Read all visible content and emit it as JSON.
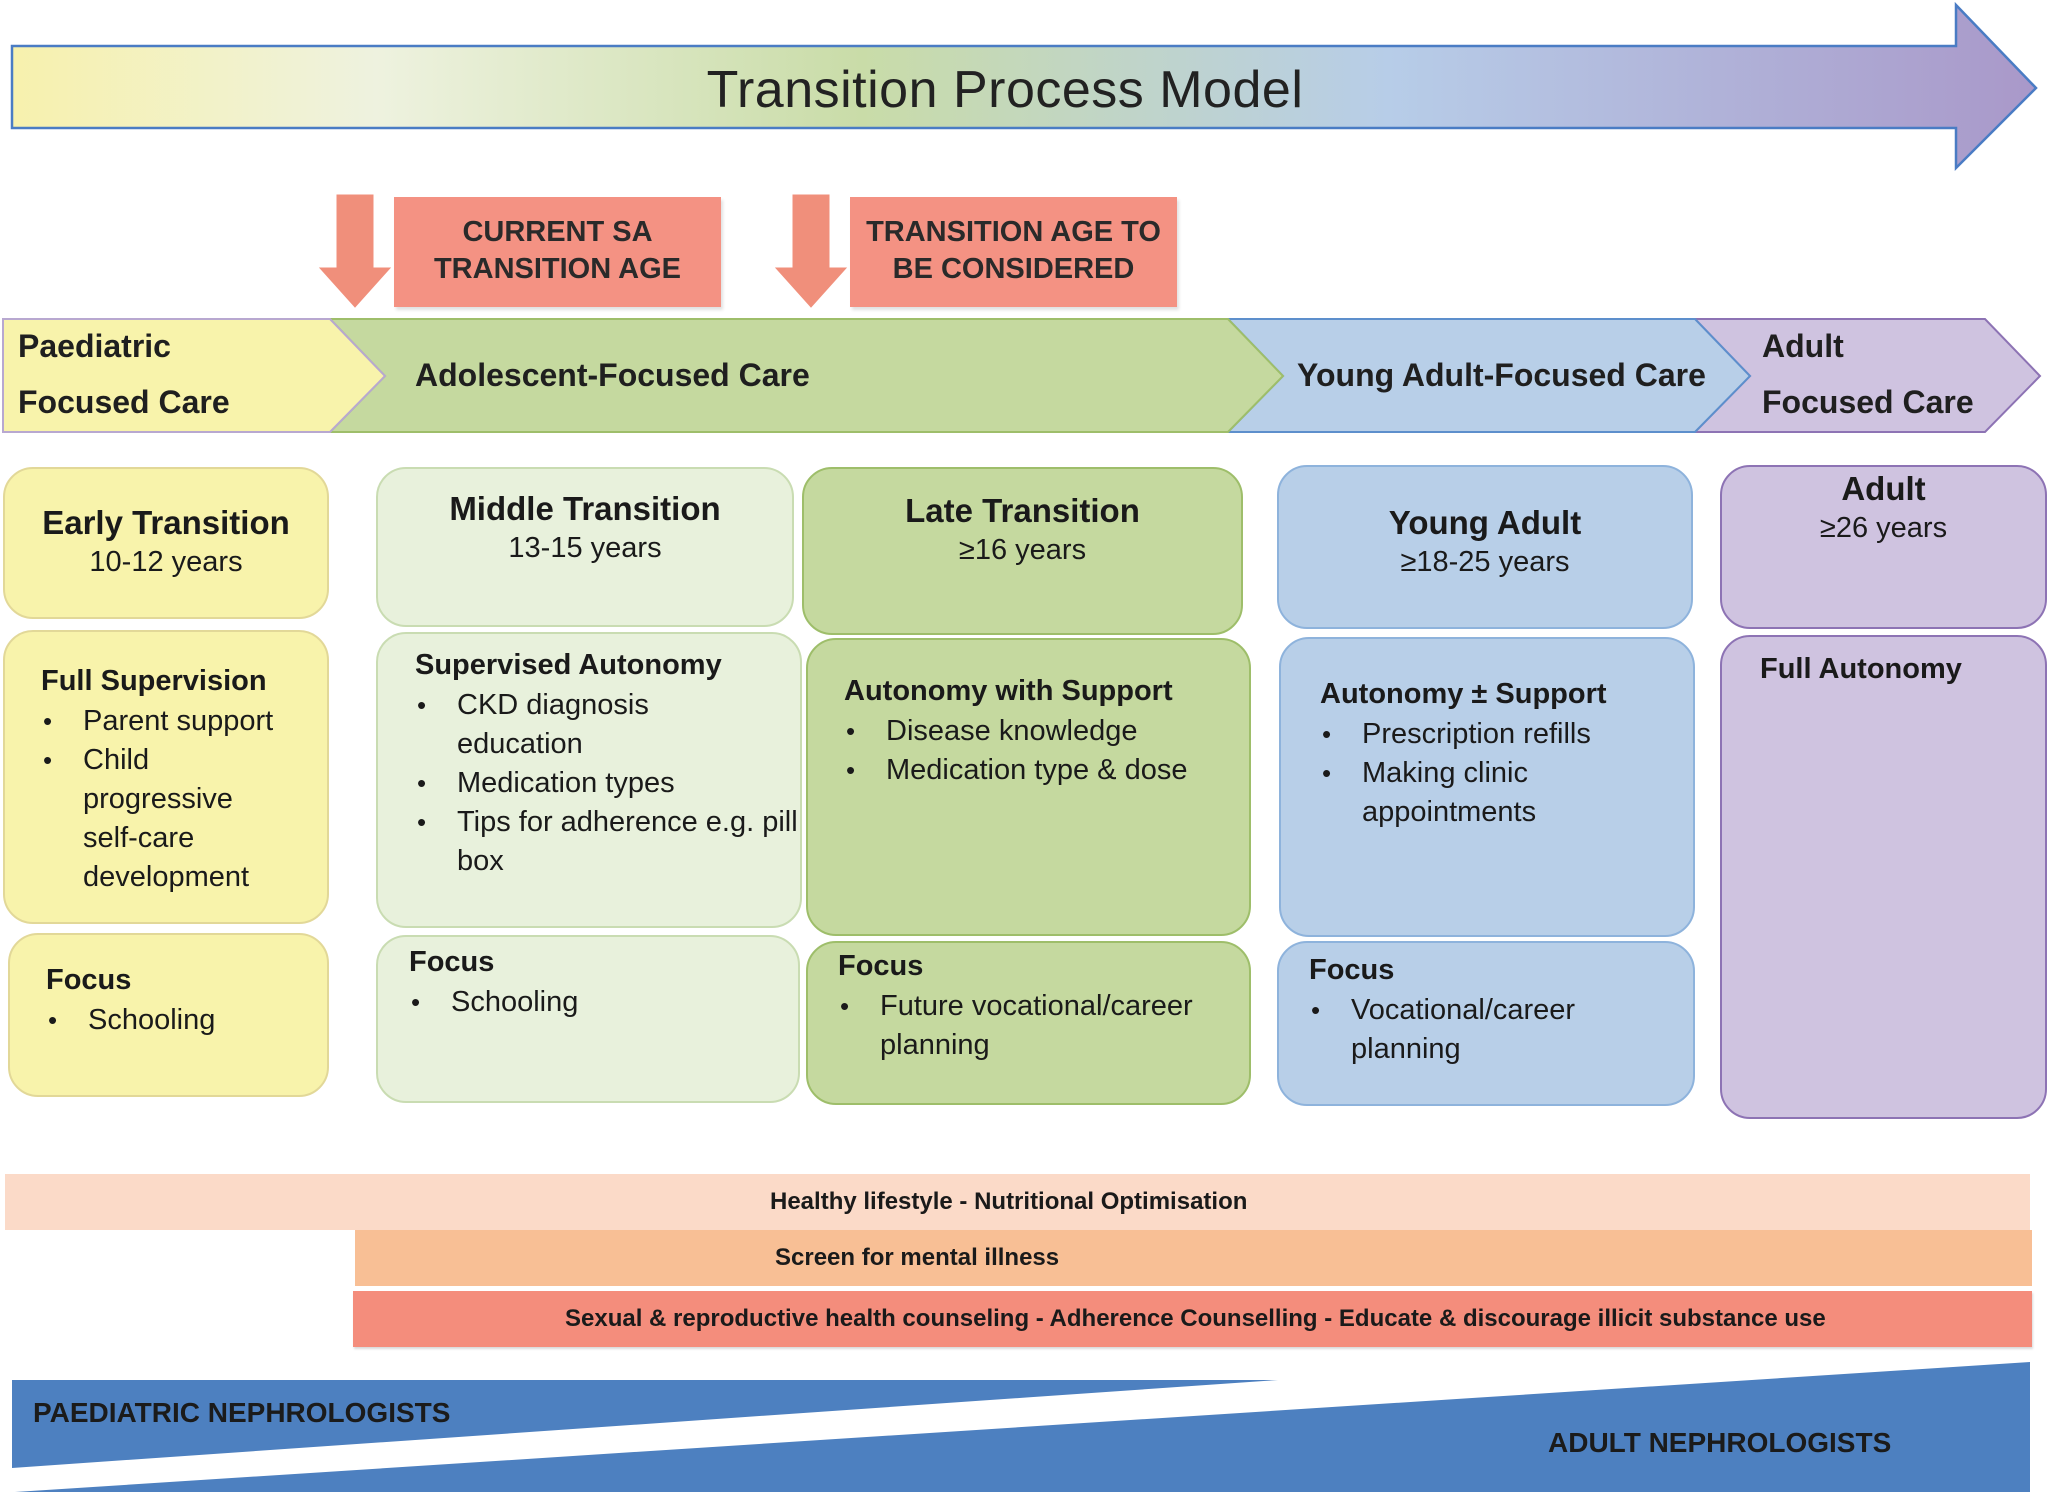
{
  "title": "Transition Process Model",
  "callouts": [
    {
      "line1": "CURRENT SA",
      "line2": "TRANSITION AGE"
    },
    {
      "line1": "TRANSITION AGE TO",
      "line2": "BE CONSIDERED"
    }
  ],
  "care_stages": {
    "paediatric": {
      "line1": "Paediatric",
      "line2": "Focused Care"
    },
    "adolescent": "Adolescent-Focused Care",
    "young_adult": "Young Adult-Focused Care",
    "adult": {
      "line1": "Adult",
      "line2": "Focused Care"
    }
  },
  "phases": [
    {
      "name": "Early Transition",
      "age": "10-12 years",
      "autonomy": "Full Supervision",
      "autonomy_items": [
        "Parent support",
        "Child progressive self-care development"
      ],
      "focus_label": "Focus",
      "focus_items": [
        "Schooling"
      ]
    },
    {
      "name": "Middle Transition",
      "age": "13-15 years",
      "autonomy": "Supervised Autonomy",
      "autonomy_items": [
        "CKD diagnosis education",
        "Medication types",
        "Tips for adherence e.g. pill box"
      ],
      "focus_label": "Focus",
      "focus_items": [
        "Schooling"
      ]
    },
    {
      "name": "Late Transition",
      "age": "≥16 years",
      "autonomy": "Autonomy with Support",
      "autonomy_items": [
        "Disease knowledge",
        "Medication type & dose"
      ],
      "focus_label": "Focus",
      "focus_items": [
        "Future vocational/career planning"
      ]
    },
    {
      "name": "Young Adult",
      "age": "≥18-25 years",
      "autonomy": "Autonomy ± Support",
      "autonomy_items": [
        "Prescription refills",
        "Making clinic appointments"
      ],
      "focus_label": "Focus",
      "focus_items": [
        "Vocational/career planning"
      ]
    },
    {
      "name": "Adult",
      "age": "≥26 years",
      "autonomy": "Full Autonomy"
    }
  ],
  "bands": [
    "Healthy lifestyle - Nutritional Optimisation",
    "Screen for mental illness",
    "Sexual & reproductive health counseling - Adherence Counselling - Educate & discourage illicit substance use"
  ],
  "nephrologists": {
    "paediatric": "PAEDIATRIC NEPHROLOGISTS",
    "adult": "ADULT NEPHROLOGISTS"
  },
  "colors": {
    "yellow": "#f8f3ab",
    "light_green": "#e8f1dc",
    "green": "#c5d99f",
    "blue": "#b8cfe8",
    "purple": "#cfc3e0",
    "callout": "#f49283",
    "band_light": "#fbdac8",
    "band_mid": "#f8bf95",
    "band_dark": "#f48d7c",
    "nephro_blue": "#4d80c0"
  }
}
